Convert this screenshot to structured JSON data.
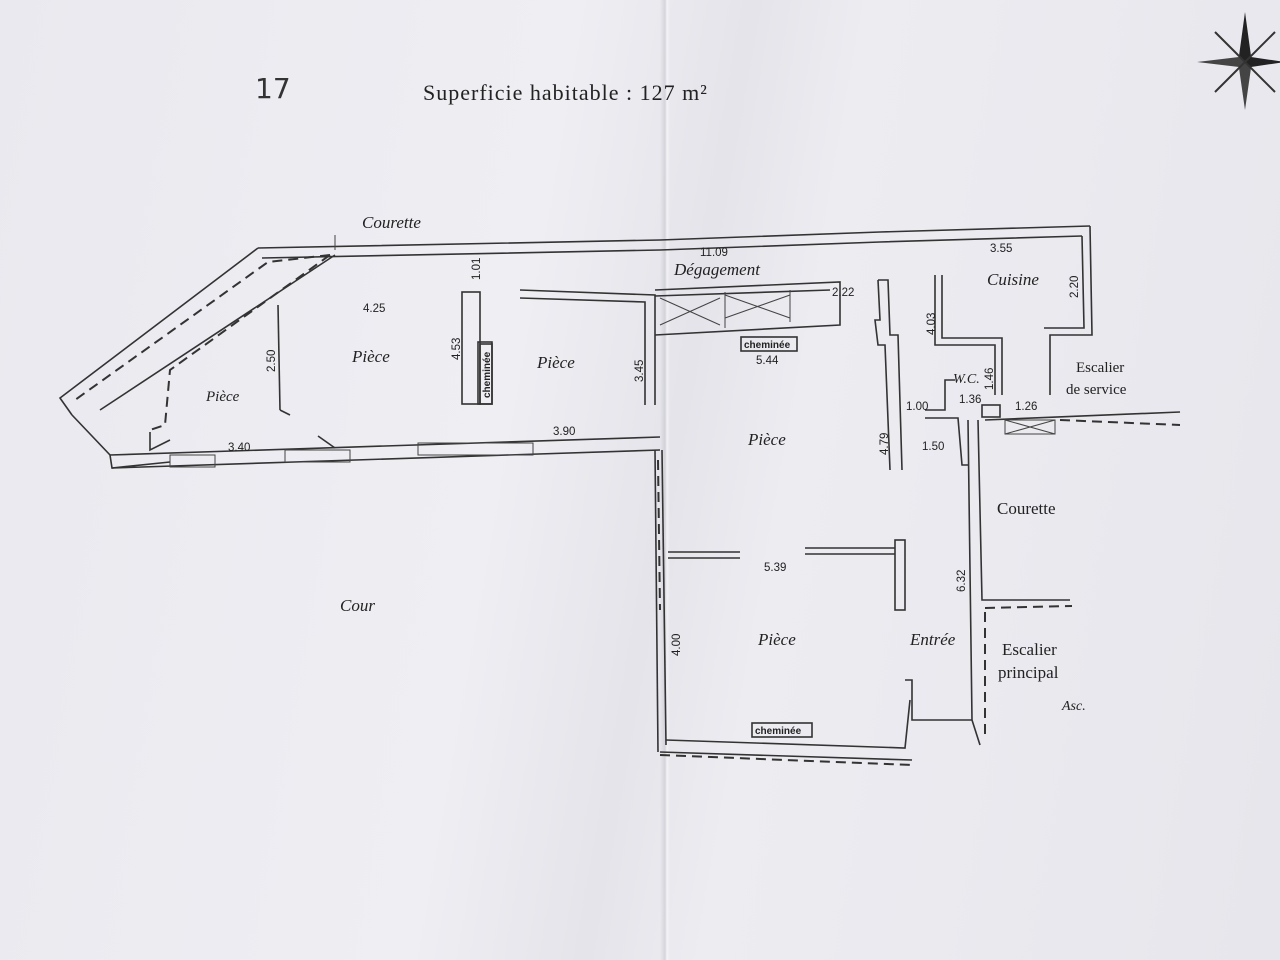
{
  "header": {
    "sheet_number": "17",
    "title": "Superficie habitable : 127 m²"
  },
  "labels": {
    "courette_top": "Courette",
    "degagement": "Dégagement",
    "cuisine": "Cuisine",
    "piece_left": "Pièce",
    "piece_2": "Pièce",
    "piece_3": "Pièce",
    "piece_center": "Pièce",
    "piece_bottom": "Pièce",
    "wc": "W.C.",
    "escalier_service_1": "Escalier",
    "escalier_service_2": "de service",
    "courette_right": "Courette",
    "entree": "Entrée",
    "escalier_principal_1": "Escalier",
    "escalier_principal_2": "principal",
    "asc": "Asc.",
    "cour": "Cour",
    "cheminee_1": "cheminée",
    "cheminee_2": "cheminée",
    "cheminee_3": "cheminée"
  },
  "dimensions": {
    "d_1109": "11.09",
    "d_355": "3.55",
    "d_220": "2.20",
    "d_222": "2.22",
    "d_101": "1.01",
    "d_425": "4.25",
    "d_453": "4.53",
    "d_250": "2.50",
    "d_345": "3.45",
    "d_544": "5.44",
    "d_403": "4.03",
    "d_146": "1.46",
    "d_100": "1.00",
    "d_136": "1.36",
    "d_126": "1.26",
    "d_150": "1.50",
    "d_479": "4.79",
    "d_340": "3.40",
    "d_390": "3.90",
    "d_539": "5.39",
    "d_632": "6.32",
    "d_400": "4.00"
  }
}
